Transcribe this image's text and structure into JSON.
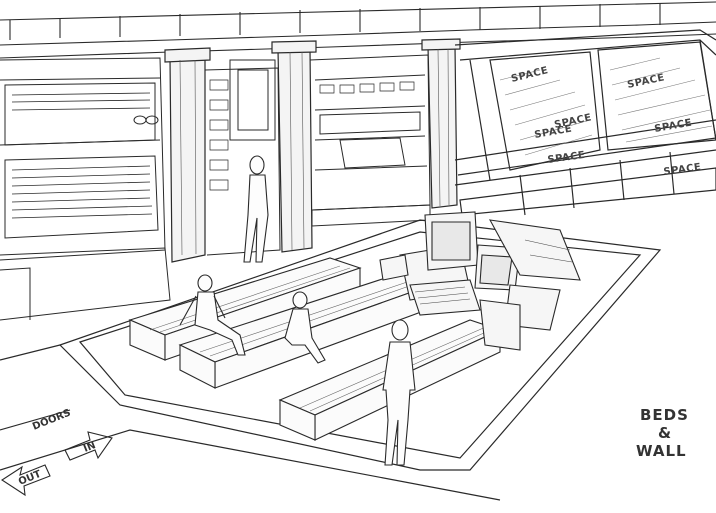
{
  "sketch": {
    "window_labels": [
      "SPACE",
      "SPACE",
      "SPACE",
      "SPACE",
      "SPACE",
      "SPACE",
      "SPACE"
    ],
    "caption": {
      "line1": "BEDS",
      "line2": "&",
      "line3": "WALL"
    },
    "floor_labels": {
      "in": "IN",
      "out": "OUT",
      "doors": "DOORS"
    },
    "line_color": "#2a2a2a",
    "paper_color": "#ffffff"
  }
}
